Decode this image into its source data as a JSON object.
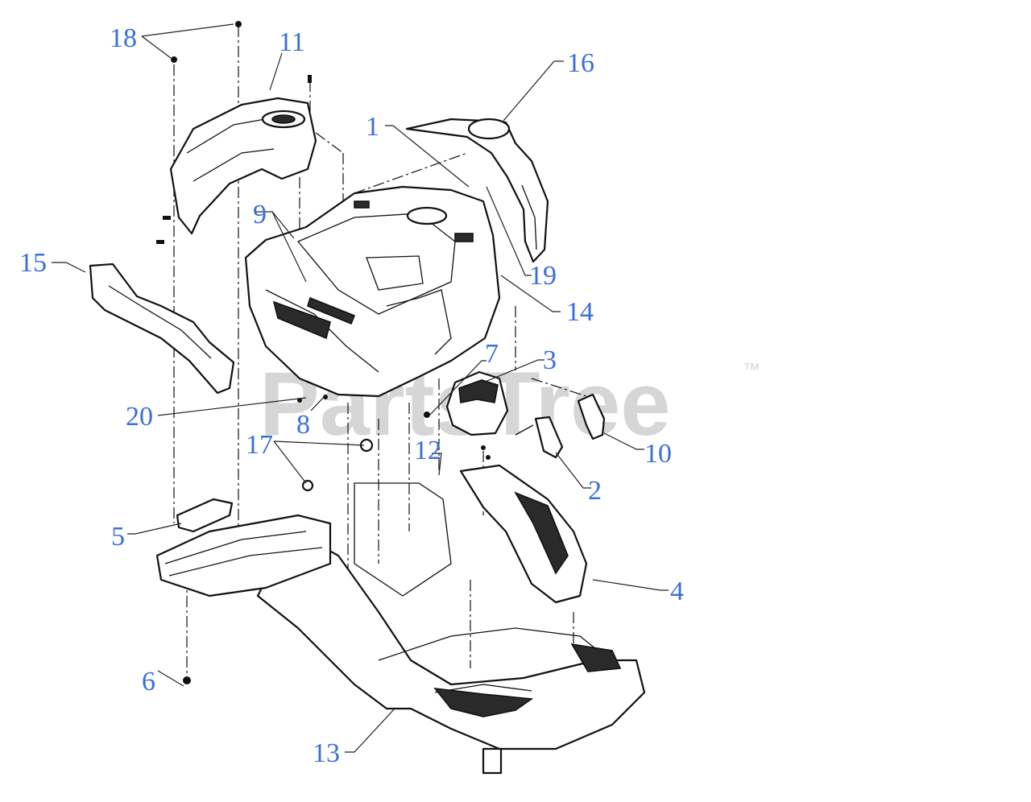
{
  "diagram": {
    "callouts": [
      {
        "id": "1",
        "label": "1"
      },
      {
        "id": "2",
        "label": "2"
      },
      {
        "id": "3",
        "label": "3"
      },
      {
        "id": "4",
        "label": "4"
      },
      {
        "id": "5",
        "label": "5"
      },
      {
        "id": "6",
        "label": "6"
      },
      {
        "id": "7",
        "label": "7"
      },
      {
        "id": "8",
        "label": "8"
      },
      {
        "id": "9",
        "label": "9"
      },
      {
        "id": "10",
        "label": "10"
      },
      {
        "id": "11",
        "label": "11"
      },
      {
        "id": "12",
        "label": "12"
      },
      {
        "id": "13",
        "label": "13"
      },
      {
        "id": "14",
        "label": "14"
      },
      {
        "id": "15",
        "label": "15"
      },
      {
        "id": "16",
        "label": "16"
      },
      {
        "id": "17",
        "label": "17"
      },
      {
        "id": "18",
        "label": "18"
      },
      {
        "id": "19",
        "label": "19"
      },
      {
        "id": "20",
        "label": "20"
      }
    ],
    "watermark": {
      "text": "PartsTree",
      "mark": "™"
    },
    "colors": {
      "callout": "#3a6fd8",
      "line": "#111111",
      "watermark": "#d6d6d6"
    }
  }
}
